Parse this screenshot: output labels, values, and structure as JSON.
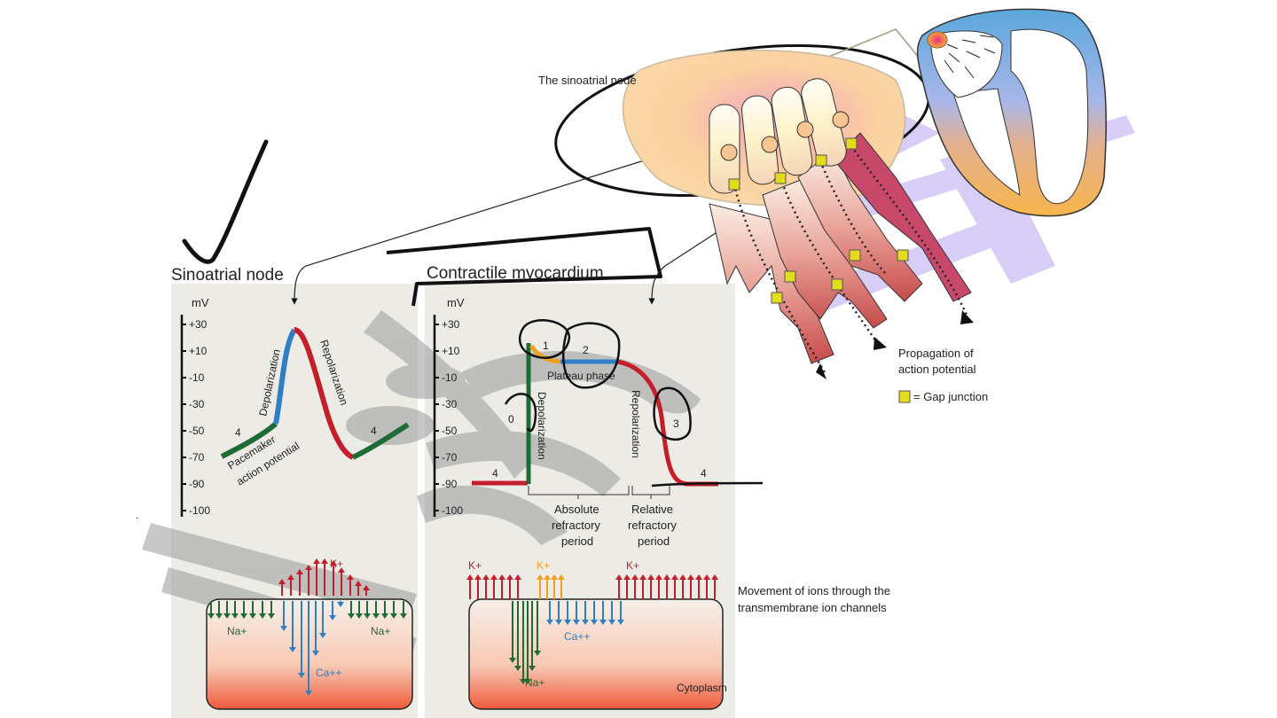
{
  "annotations": {
    "sa_node_label": "The sinoatrial node",
    "propagation_label_line1": "Propagation of",
    "propagation_label_line2": "action potential",
    "gap_junction_legend": "= Gap junction",
    "ion_movement_line1": "Movement of ions through the",
    "ion_movement_line2": "transmembrane ion channels"
  },
  "colors": {
    "panel_bg": "#ecebe6",
    "green": "#1f6b35",
    "blue": "#2f7fc4",
    "red": "#c41e2a",
    "orange": "#f0a020",
    "gap_junction": "#e4dc1a",
    "watermark": "#9a9a9a",
    "watermark_purple": "#b9a6f0"
  },
  "sinoatrial_panel": {
    "title": "Sinoatrial node",
    "unit": "mV",
    "ticks": [
      "+30",
      "+10",
      "-10",
      "-30",
      "-50",
      "-70",
      "-90",
      "-100"
    ],
    "labels": {
      "depolarization": "Depolarization",
      "repolarization": "Repolarization",
      "pacemaker_line1": "Pacemaker",
      "pacemaker_line2": "action potential",
      "phase4_left": "4",
      "phase4_right": "4"
    },
    "ions": {
      "k": "K+",
      "na_left": "Na+",
      "na_right": "Na+",
      "ca": "Ca++"
    }
  },
  "contractile_panel": {
    "title": "Contractile myocardium",
    "unit": "mV",
    "ticks": [
      "+30",
      "+10",
      "-10",
      "-30",
      "-50",
      "-70",
      "-90",
      "-100"
    ],
    "labels": {
      "phase0": "0",
      "phase1": "1",
      "phase2": "2",
      "phase3": "3",
      "phase4_left": "4",
      "phase4_right": "4",
      "plateau": "Plateau phase",
      "depolarization": "Depolarization",
      "repolarization": "Repolarization",
      "absolute_line1": "Absolute",
      "absolute_line2": "refractory",
      "absolute_line3": "period",
      "relative_line1": "Relative",
      "relative_line2": "refractory",
      "relative_line3": "period"
    },
    "ions": {
      "k1": "K+",
      "k2": "K+",
      "k3": "K+",
      "ca": "Ca++",
      "na": "Na+",
      "cytoplasm": "Cytoplasm"
    }
  }
}
